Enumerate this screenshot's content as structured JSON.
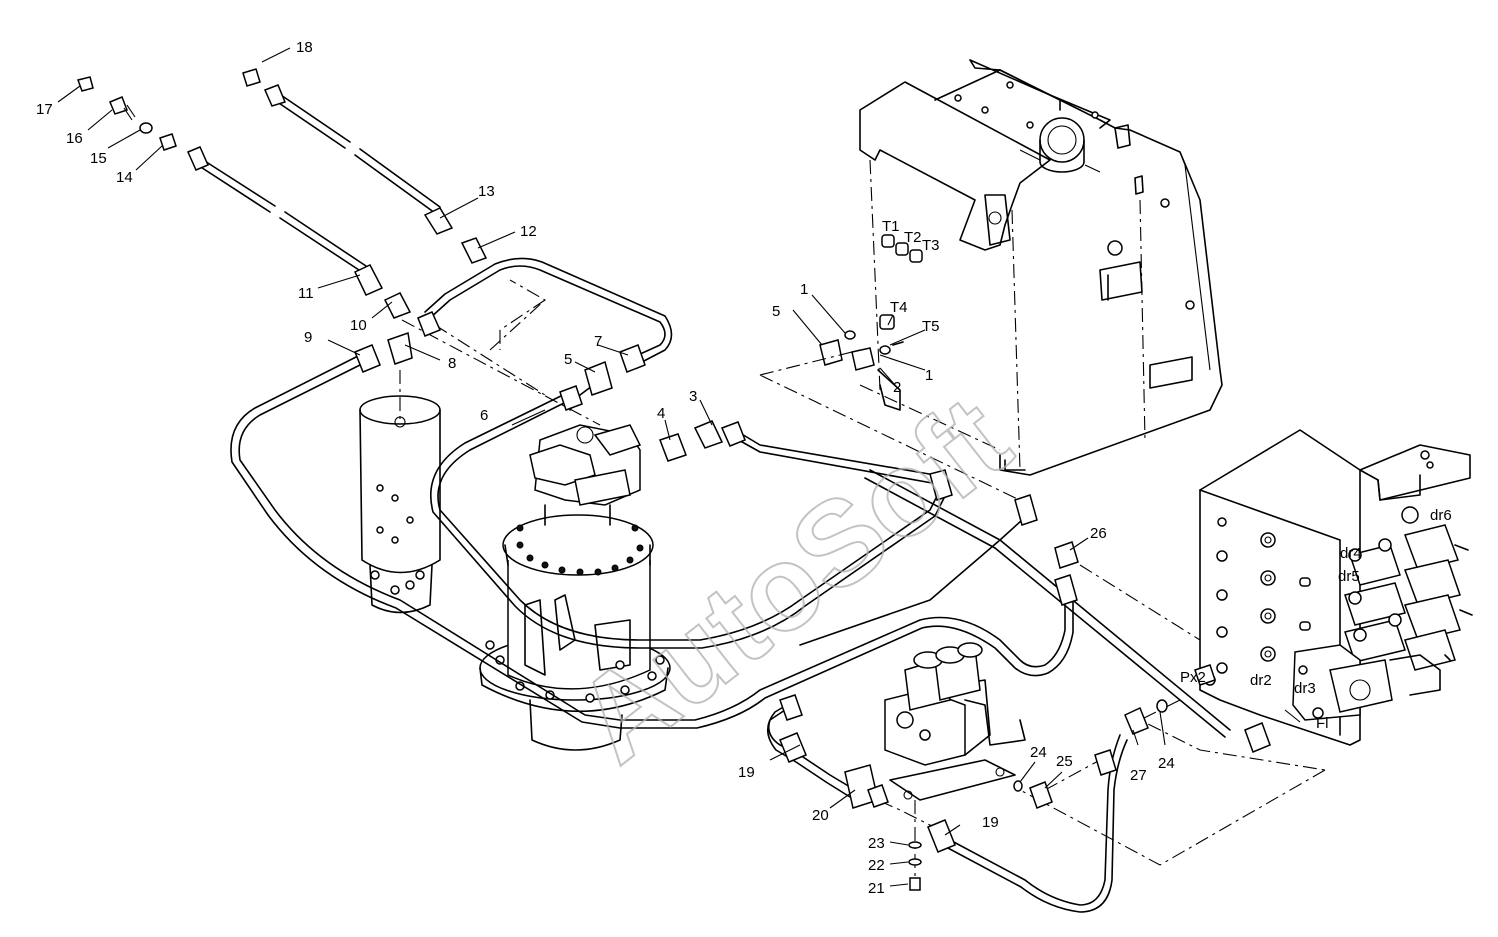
{
  "watermark": "AutoSoft",
  "callouts": {
    "c1": "1",
    "c1b": "1",
    "c2": "2",
    "c3": "3",
    "c4": "4",
    "c5": "5",
    "c5b": "5",
    "c6": "6",
    "c7": "7",
    "c8": "8",
    "c9": "9",
    "c10": "10",
    "c11": "11",
    "c12": "12",
    "c13": "13",
    "c14": "14",
    "c15": "15",
    "c16": "16",
    "c17": "17",
    "c18": "18",
    "c19": "19",
    "c19b": "19",
    "c20": "20",
    "c21": "21",
    "c22": "22",
    "c23": "23",
    "c24": "24",
    "c24b": "24",
    "c25": "25",
    "c26": "26",
    "c27": "27"
  },
  "ports": {
    "t1": "T1",
    "t2": "T2",
    "t3": "T3",
    "t4": "T4",
    "t5": "T5",
    "dr6": "dr6",
    "dr5": "dr5",
    "dr4": "dr4",
    "dr3": "dr3",
    "dr2": "dr2",
    "px2": "Px2",
    "fl": "Fl"
  }
}
